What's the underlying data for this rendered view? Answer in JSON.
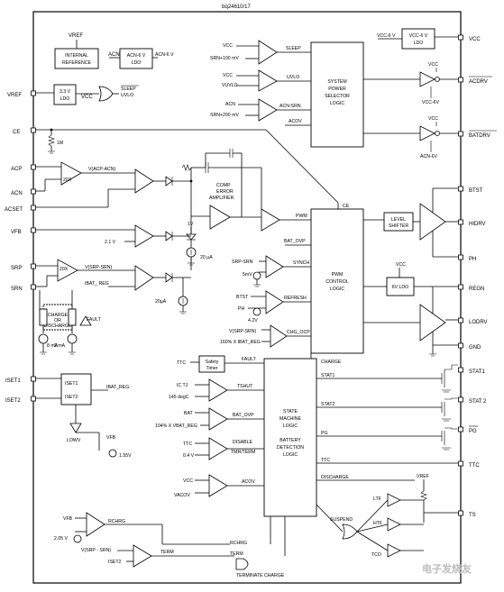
{
  "title": "bq24610/17",
  "pins_left": {
    "vref": "VREF",
    "ce": "CE",
    "acp": "ACP",
    "acn": "ACN",
    "acset": "ACSET",
    "vfb": "VFB",
    "srp": "SRP",
    "srn": "SRN",
    "iset1": "ISET1",
    "iset2": "ISET2"
  },
  "pins_right": {
    "vcc": "VCC",
    "acdrv": "ACDRV",
    "batdrv": "BATDRV",
    "btst": "BTST",
    "hidrv": "HIDRV",
    "ph": "PH",
    "regn": "REGN",
    "lodrv": "LODRV",
    "gnd": "GND",
    "stat1": "STAT1",
    "stat2": "STAT 2",
    "pg": "PG",
    "ttc": "TTC",
    "ts": "TS"
  },
  "blocks": {
    "vref_top": "VREF",
    "internal_ref_1": "INTERNAL",
    "internal_ref_2": "REFERENCE",
    "acn": "ACN",
    "acn6_ldo_1": "ACN-6 V",
    "acn6_ldo_2": "LDO",
    "acn6_out": "ACN-6 V",
    "ldo33_1": "3.3 V",
    "ldo33_2": "LDO",
    "ldo33_vcc": "VCC",
    "sleep": "SLEEP",
    "uvlo": "UVLO",
    "vcc6_top": "VCC-6 V",
    "vcc6_ldo_1": "VCC-6 V",
    "vcc6_ldo_2": "LDO",
    "sys_power_1": "SYSTEM",
    "sys_power_2": "POWER",
    "sys_power_3": "SELECTOR",
    "sys_power_4": "LOGIC",
    "comp_err_1": "COMP",
    "comp_err_2": "ERROR",
    "comp_err_3": "AMPLIFIER",
    "level_shifter_1": "LEVEL",
    "level_shifter_2": "SHIFTER",
    "pwm_ctrl_1": "PWM",
    "pwm_ctrl_2": "CONTROL",
    "pwm_ctrl_3": "LOGIC",
    "ldo6": "6V LDO",
    "safety_timer_1": "Safety",
    "safety_timer_2": "Timer",
    "state_machine_1": "STATE",
    "state_machine_2": "MACHINE",
    "state_machine_3": "LOGIC",
    "batt_detect_1": "BATTERY",
    "batt_detect_2": "DETECTION",
    "batt_detect_3": "LOGIC",
    "iset_1": "ISET1",
    "iset_2": "ISET2",
    "charge_1": "CHARGE",
    "charge_2": "OR",
    "charge_3": "DISCHARGE",
    "suspend": "SUSPEND",
    "terminate": "TERMINATE CHARGE"
  },
  "labels": {
    "vcc_sleep": "VCC",
    "srn100": "SRN+100 mV",
    "sleep_out": "SLEEP",
    "vcc_uvlo": "VCC",
    "vuvlo": "VUVLO",
    "uvlo_out": "UVLO",
    "acn_cmp": "ACN",
    "srn200": "SRN+200 mV",
    "acn_srn": "ACN-SRN",
    "acov": "ACOV",
    "vcc_q1": "VCC",
    "vcc6_q1": "VCC-6V",
    "vcc_q2": "VCC",
    "acn6_q2": "ACN-6V",
    "r1m": "1M",
    "gain20_a": "20X",
    "vacp_acn": "V(ACP-ACN)",
    "ce_label": "CE",
    "one_v": "1V",
    "v21": "2.1 V",
    "i20ua_a": "20 µA",
    "pwm": "PWM",
    "bat_ovp_a": "BAT_OVP",
    "srp_srn": "SRP-SRN",
    "synch": "SYNCH",
    "mv5": "5mV",
    "gain20_b": "20X",
    "vsrp_srn": "V(SRP-SRN)",
    "ibat_reg_a": "IBAT_ REG",
    "i20ua_b": "20µA",
    "ma8": "8 mA",
    "ma2": "2 mA",
    "fault_a": "FAULT",
    "btst_in": "BTST",
    "ph_in": "PH",
    "refresh": "REFRESH",
    "v42": "4.2V",
    "vsrp_srn2": "V(SRP-SRN)",
    "ibat160": "160% X IBAT_REG",
    "chg_ocp": "CHG_OCP",
    "vcc_regn": "VCC",
    "ttc_a": "TTC",
    "fault_b": "FAULT",
    "charge": "CHARGE",
    "ic_tj": "IC TJ",
    "c145": "145 degC",
    "tshut": "TSHUT",
    "stat1_sig": "STAT1",
    "ibat_reg_b": "IBAT_REG",
    "bat": "BAT",
    "vbat104": "104% X VBAT_REG",
    "bat_ovp_b": "BAT_OVP",
    "stat2_sig": "STAT2",
    "lowv": "LOWV",
    "vfb_lowv": "VFB",
    "v155": "1.55V",
    "ttc_b": "TTC",
    "v04": "0.4 V",
    "disable_1": "DISABLE",
    "disable_2": "TMR/TERM",
    "pg_sig": "PG",
    "ttc_sig": "TTC",
    "vcc_acov": "VCC",
    "vacov": "VACOV",
    "acov_b": "ACOV",
    "discharge": "DISCHARGE",
    "vfb_rchrg": "VFB",
    "rchrg": "RCHRG",
    "v205": "2.05 V",
    "vsrp_srn3": "V(SRP - SRN)",
    "term": "TERM",
    "iset2_b": "ISET2",
    "rchrg_b": "RCHRG",
    "term_b": "TERM",
    "vref_ts": "VREF",
    "ltf": "LTF",
    "htf": "HTF",
    "tco": "TCO"
  },
  "watermark": "电子发烧友"
}
